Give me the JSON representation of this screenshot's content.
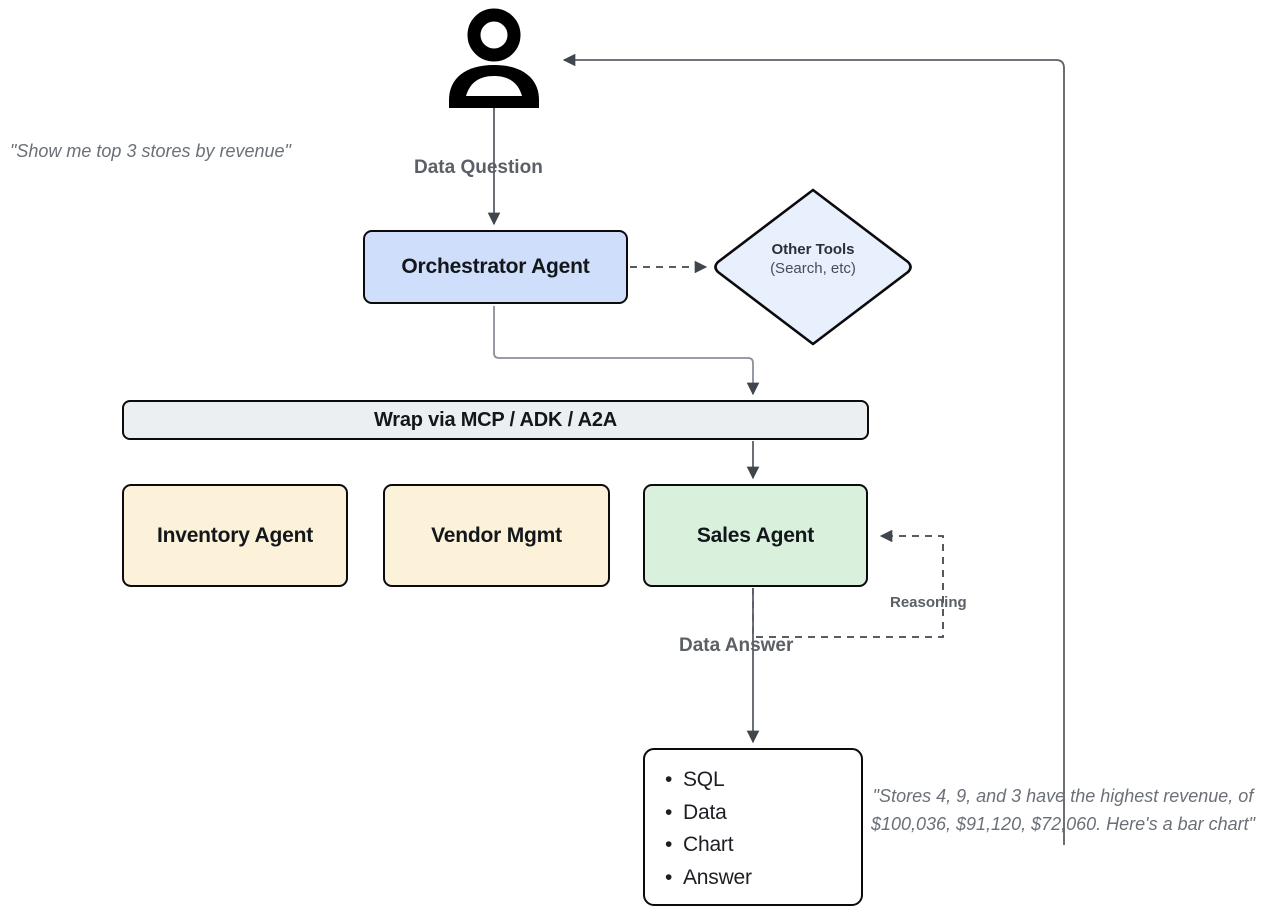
{
  "diagram": {
    "title": "Agentic data analytics orchestration flow",
    "colors": {
      "orchestrator_fill": "#cfdefa",
      "tools_fill": "#e8f0fe",
      "mcp_fill": "#eceff1",
      "agent_fill": "#fbf2d9",
      "sales_fill": "#d9f0dd",
      "output_fill": "#ffffff",
      "stroke": "#0b0b0b",
      "edge": "#5b6067",
      "label_text": "#5b6067",
      "quote_text": "#6b7078"
    },
    "actor": {
      "icon": "user-person-icon",
      "quote": "\"Show me top 3 stores by revenue\""
    },
    "nodes": {
      "orchestrator": {
        "label": "Orchestrator Agent"
      },
      "other_tools": {
        "label_line1": "Other Tools",
        "label_line2": "(Search, etc)"
      },
      "mcp": {
        "label": "Wrap via MCP / ADK / A2A"
      },
      "inventory": {
        "label": "Inventory Agent"
      },
      "vendor": {
        "label": "Vendor Mgmt"
      },
      "sales": {
        "label": "Sales Agent"
      },
      "output": {
        "items": [
          "SQL",
          "Data",
          "Chart",
          "Answer"
        ]
      }
    },
    "edges": {
      "data_question": "Data Question",
      "data_answer": "Data Answer",
      "reasoning": "Reasoning"
    },
    "answer_quote": "\"Stores 4, 9, and 3 have the highest revenue, of $100,036, $91,120, $72,060. Here's a bar chart\""
  }
}
